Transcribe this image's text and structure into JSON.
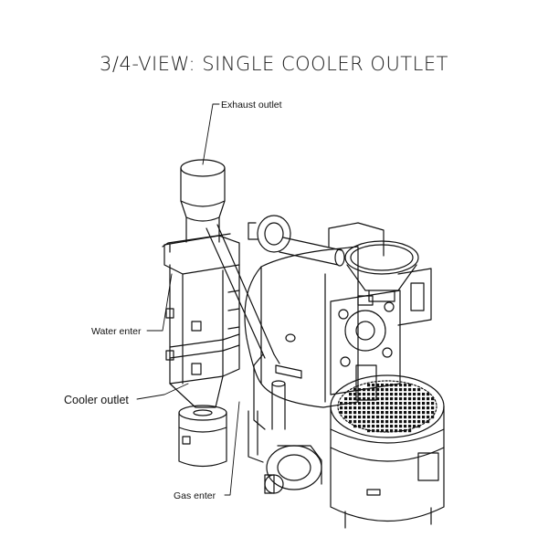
{
  "title": "3/4-VIEW: SINGLE COOLER OUTLET",
  "callouts": {
    "exhaust_outlet": "Exhaust outlet",
    "water_enter": "Water enter",
    "cooler_outlet": "Cooler outlet",
    "gas_enter": "Gas enter"
  },
  "colors": {
    "line": "#111111",
    "background": "#ffffff"
  }
}
